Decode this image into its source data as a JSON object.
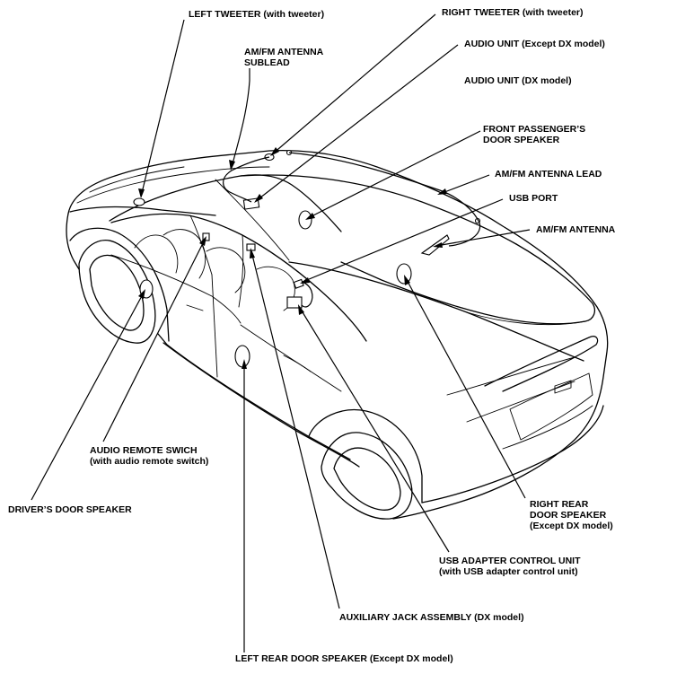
{
  "labels": {
    "left_tweeter": "LEFT TWEETER (with tweeter)",
    "right_tweeter": "RIGHT TWEETER (with tweeter)",
    "antenna_sublead_1": "AM/FM ANTENNA",
    "antenna_sublead_2": "SUBLEAD",
    "audio_unit_except_dx": "AUDIO UNIT (Except DX model)",
    "audio_unit_dx": "AUDIO UNIT (DX model)",
    "front_passenger_1": "FRONT PASSENGER’S",
    "front_passenger_2": "DOOR SPEAKER",
    "antenna_lead": "AM/FM ANTENNA LEAD",
    "usb_port": "USB PORT",
    "antenna": "AM/FM ANTENNA",
    "audio_remote_1": "AUDIO REMOTE SWICH",
    "audio_remote_2": "(with audio remote switch)",
    "drivers_door": "DRIVER’S DOOR SPEAKER",
    "right_rear_1": "RIGHT REAR",
    "right_rear_2": "DOOR SPEAKER",
    "right_rear_3": "(Except DX model)",
    "usb_adapter_1": "USB ADAPTER CONTROL UNIT",
    "usb_adapter_2": "(with USB adapter control unit)",
    "aux_jack": "AUXILIARY JACK ASSEMBLY (DX model)",
    "left_rear": "LEFT REAR DOOR SPEAKER (Except DX model)"
  }
}
